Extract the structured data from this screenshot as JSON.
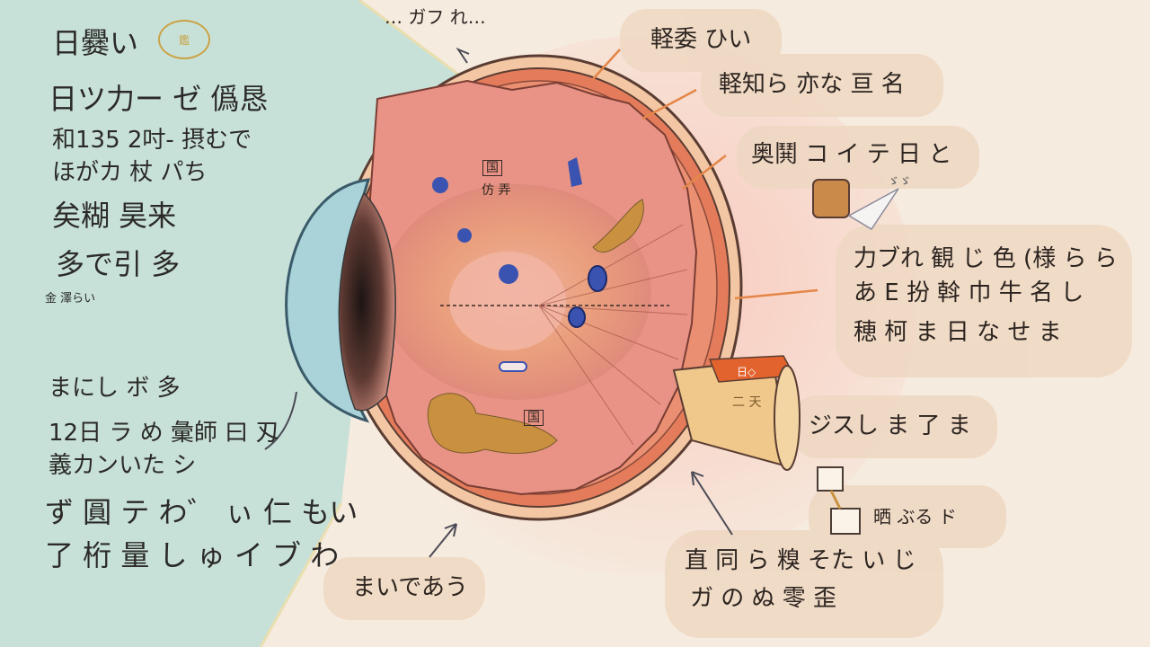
{
  "left_panel": {
    "title": "日爨い",
    "stamp_text": "鑑",
    "line1": "日ツ力ー ゼ 僞恳",
    "line2": "和135 2吋- 摂むで",
    "line3": "ほがカ 杖 パち",
    "line4": "矣糊 昊来",
    "line5": "多で引 多",
    "tiny_note": "金 澤らい",
    "lower_title": "まにし ボ 多",
    "lower_line1": "12日 ラ め 彙師 曰 刄",
    "lower_line2": "義カンいた シ",
    "lower_line3": "ず 圓 テ わ゛ ぃ 仁 もい",
    "lower_line4": "了 桁 量 し ゅ イ ブ わ"
  },
  "top_label": "… ガフ れ…",
  "bottom_label": "まいであう",
  "right_labels": {
    "r1": "軽委 ひい",
    "r2": "軽知ら 亦な 亘 名",
    "r3": "奥鬨 コ イ テ 日 と",
    "r3_note": "ゞゞ",
    "r4_l1": "力ブれ 観 じ 色 (様 ら ら",
    "r4_l2": "あ E 扮 斡 巾 牛 名 し",
    "r4_l3": "穂 柯 ま 日 な せ ま",
    "r5": "ジスし ま 了 ま",
    "r6": "晒 ぶる ド",
    "r7_l1": "直 同 ら 糗 そた い じ",
    "r7_l2": "ガ の ぬ 零 歪"
  },
  "inner_labels": {
    "i1": "国",
    "i2": "仿 弄",
    "i3": "国",
    "nerve_tag": "日◇",
    "nerve_text": "二 天"
  },
  "colors": {
    "left_bg": "#c8e1d8",
    "sclera": "#e47c5c",
    "retina": "#e89386",
    "macula": "#e4a36a",
    "vessel": "#c9913f",
    "arrow": "#e48648",
    "label_bg": "#eed8c2"
  }
}
